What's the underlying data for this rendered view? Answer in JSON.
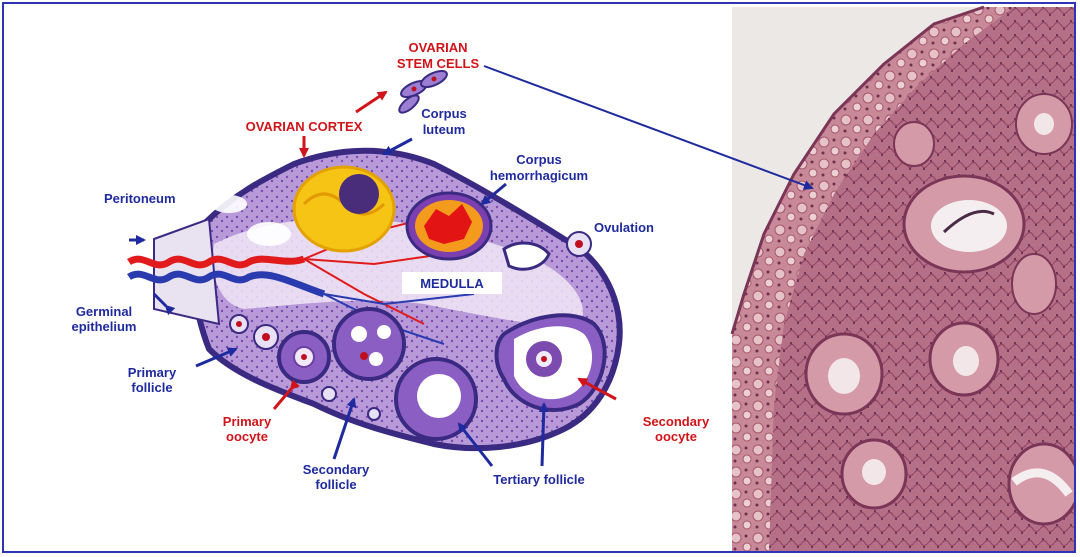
{
  "labels": {
    "stem_cells_line1": "OVARIAN",
    "stem_cells_line2": "STEM CELLS",
    "cortex": "OVARIAN CORTEX",
    "corpus_luteum_line1": "Corpus",
    "corpus_luteum_line2": "luteum",
    "corpus_hem_line1": "Corpus",
    "corpus_hem_line2": "hemorrhagicum",
    "peritoneum": "Peritoneum",
    "ovulation": "Ovulation",
    "medulla": "MEDULLA",
    "germinal_line1": "Germinal",
    "germinal_line2": "epithelium",
    "primary_follicle_line1": "Primary",
    "primary_follicle_line2": "follicle",
    "primary_oocyte_line1": "Primary",
    "primary_oocyte_line2": "oocyte",
    "secondary_follicle_line1": "Secondary",
    "secondary_follicle_line2": "follicle",
    "tertiary_follicle": "Tertiary follicle",
    "secondary_oocyte_line1": "Secondary",
    "secondary_oocyte_line2": "oocyte"
  },
  "colors": {
    "red_label": "#d0141a",
    "blue_label": "#1f2a9e",
    "frame_border": "#2f33b5",
    "tissue_purple": "#8a5bbd",
    "tissue_dark": "#3b2a82",
    "histology_pink": "#c98b99"
  },
  "icons": [
    "arrow-icon",
    "stem-cell-icon",
    "follicle-icon",
    "blood-vessel-icon"
  ]
}
